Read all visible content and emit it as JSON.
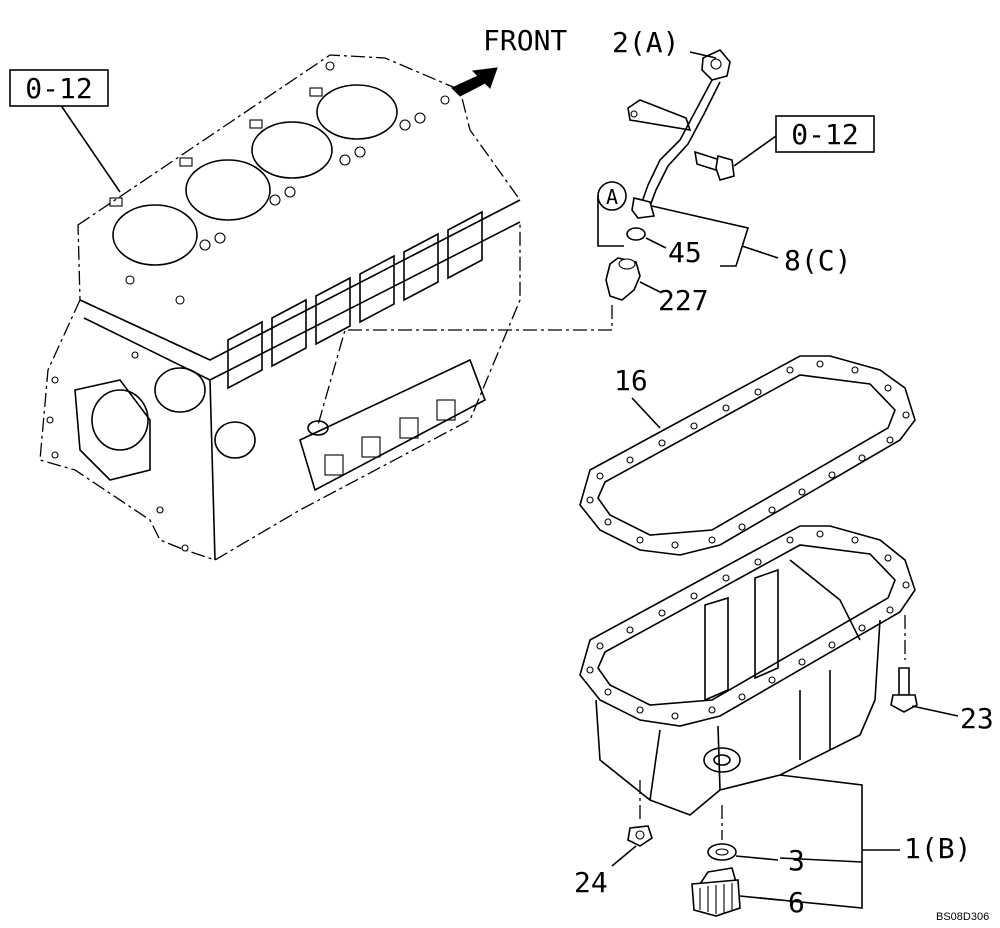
{
  "diagram": {
    "front_label": "FRONT",
    "ref_box_block": "0-12",
    "ref_box_bolt": "0-12",
    "callouts": {
      "dipstick": "2(A)",
      "circle_a": "A",
      "o_ring": "45",
      "guide_tube": "8(C)",
      "adapter": "227",
      "gasket": "16",
      "oil_pan_assy": "1(B)",
      "bolt": "23",
      "nut": "24",
      "washer": "3",
      "drain_plug": "6"
    },
    "figure_code": "BS08D306"
  }
}
